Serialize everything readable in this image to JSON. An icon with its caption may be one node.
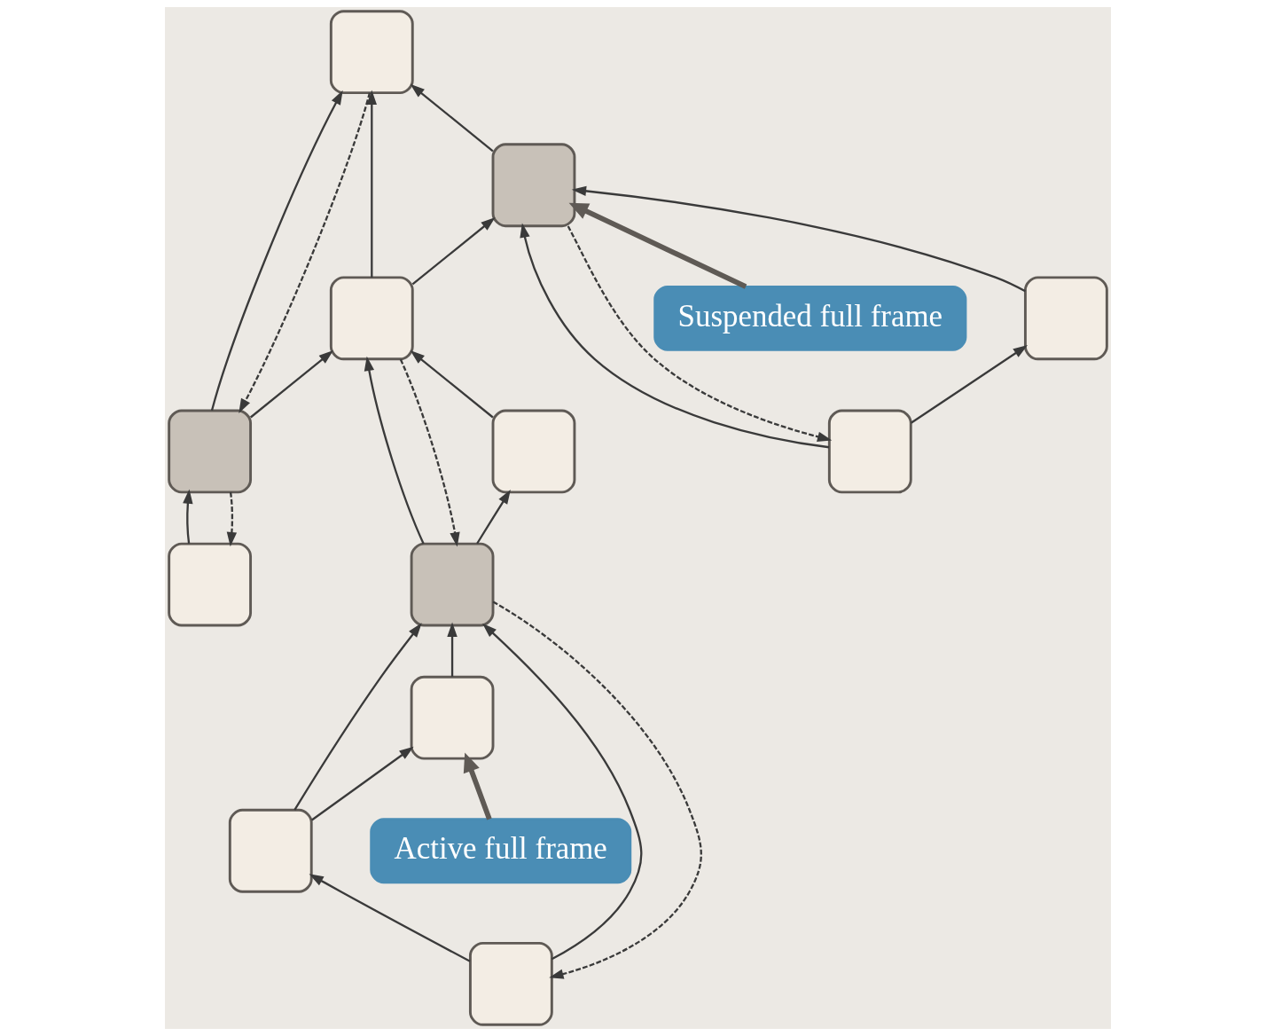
{
  "diagram": {
    "nodes": [
      {
        "text": [
          "Suspended full frame"
        ]
      },
      {
        "text": [],
        "shape": "box"
      },
      {
        "text": [],
        "shape": "box"
      },
      {
        "text": [],
        "shape": "box"
      },
      {
        "text": [],
        "shape": "box"
      },
      {
        "text": [],
        "shape": "box"
      },
      {
        "text": [],
        "shape": "box"
      },
      {
        "text": [],
        "shape": "box"
      },
      {
        "text": [],
        "shape": "box"
      },
      {
        "text": [],
        "shape": "box"
      },
      {
        "text": [],
        "shape": "box"
      },
      {
        "text": [],
        "shape": "box"
      },
      {
        "text": [],
        "shape": "box"
      },
      {
        "text": [
          "Active full frame"
        ]
      }
    ],
    "edges": [
      {
        "from": 0,
        "to": 2,
        "arrow": "to",
        "style": "thick",
        "color": "#5f5a55"
      },
      {
        "from": 2,
        "to": 1,
        "arrow": "to"
      },
      {
        "from": 3,
        "to": 1,
        "arrow": "to"
      },
      {
        "from": 4,
        "to": 1,
        "arrow": "to"
      },
      {
        "from": 1,
        "to": 4,
        "arrow": "to",
        "style": "dashed"
      },
      {
        "from": 3,
        "to": 2,
        "arrow": "to"
      },
      {
        "from": 4,
        "to": 3,
        "arrow": "to"
      },
      {
        "from": 2,
        "to": 6,
        "arrow": "to",
        "style": "dashed"
      },
      {
        "from": 3,
        "to": 8,
        "arrow": "to",
        "style": "dashed"
      },
      {
        "from": 4,
        "to": 9,
        "arrow": "to",
        "style": "dashed"
      },
      {
        "from": 5,
        "to": 2,
        "arrow": "to"
      },
      {
        "from": 6,
        "to": 2,
        "arrow": "to"
      },
      {
        "from": 6,
        "to": 5,
        "arrow": "to"
      },
      {
        "from": 7,
        "to": 3,
        "arrow": "to"
      },
      {
        "from": 8,
        "to": 3,
        "arrow": "to"
      },
      {
        "from": 8,
        "to": 7,
        "arrow": "to"
      },
      {
        "from": 9,
        "to": 4,
        "arrow": "to"
      },
      {
        "from": 8,
        "to": 12,
        "arrow": "to",
        "style": "dashed"
      },
      {
        "from": 10,
        "to": 8,
        "arrow": "to"
      },
      {
        "from": 11,
        "to": 8,
        "arrow": "to"
      },
      {
        "from": 12,
        "to": 8,
        "arrow": "to"
      },
      {
        "from": 11,
        "to": 10,
        "arrow": "to"
      },
      {
        "from": 12,
        "to": 11,
        "arrow": "to"
      },
      {
        "from": 13,
        "to": 10,
        "arrow": "to",
        "style": "thick",
        "color": "#5f5a55"
      }
    ]
  }
}
